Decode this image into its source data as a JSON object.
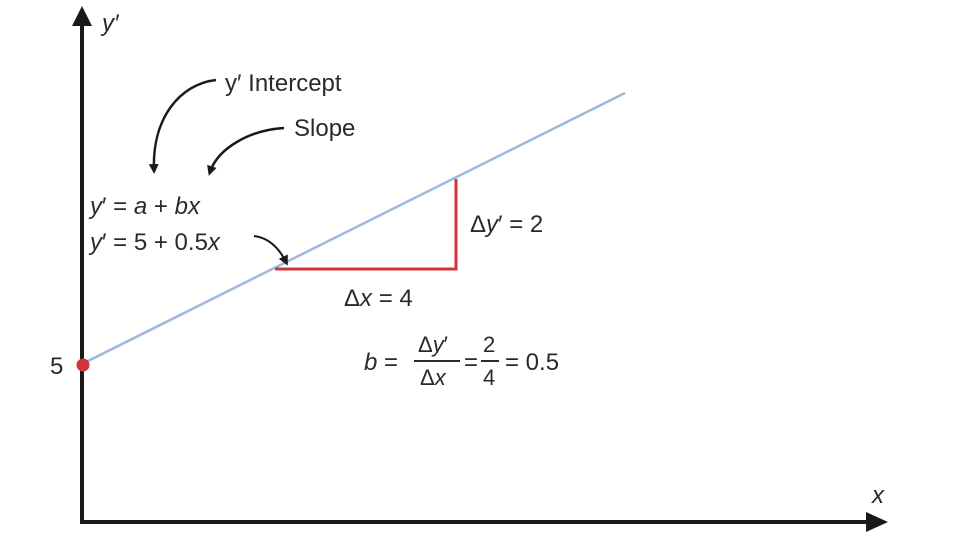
{
  "axes": {
    "y_label": "y′",
    "x_label": "x"
  },
  "annotations": {
    "intercept_label": "y′ Intercept",
    "slope_label": "Slope",
    "general_equation": {
      "y": "y",
      "prime_eq": "′ = ",
      "a": "a",
      "plus": " + ",
      "b": "b",
      "x": "x"
    },
    "specific_equation": {
      "y": "y",
      "prime_eq": "′ = 5 + 0.5",
      "x": "x"
    }
  },
  "points": {
    "intercept_value": "5"
  },
  "triangle": {
    "dy_label": {
      "delta": "Δ",
      "y": "y",
      "rest": "′ = 2"
    },
    "dx_label": {
      "delta": "Δ",
      "x": "x",
      "rest": " = 4"
    }
  },
  "slope_formula": {
    "b": "b",
    "eq1": " = ",
    "num": {
      "delta": "Δ",
      "y": "y",
      "prime": "′"
    },
    "den": {
      "delta": "Δ",
      "x": "x"
    },
    "eq2": "=",
    "num2": "2",
    "den2": "4",
    "result": "= 0.5"
  },
  "colors": {
    "axis": "#1a1a1a",
    "regression_line": "#9cb8de",
    "triangle": "#d0343c",
    "intercept_point": "#d0343c",
    "text": "#2a2a2a"
  }
}
